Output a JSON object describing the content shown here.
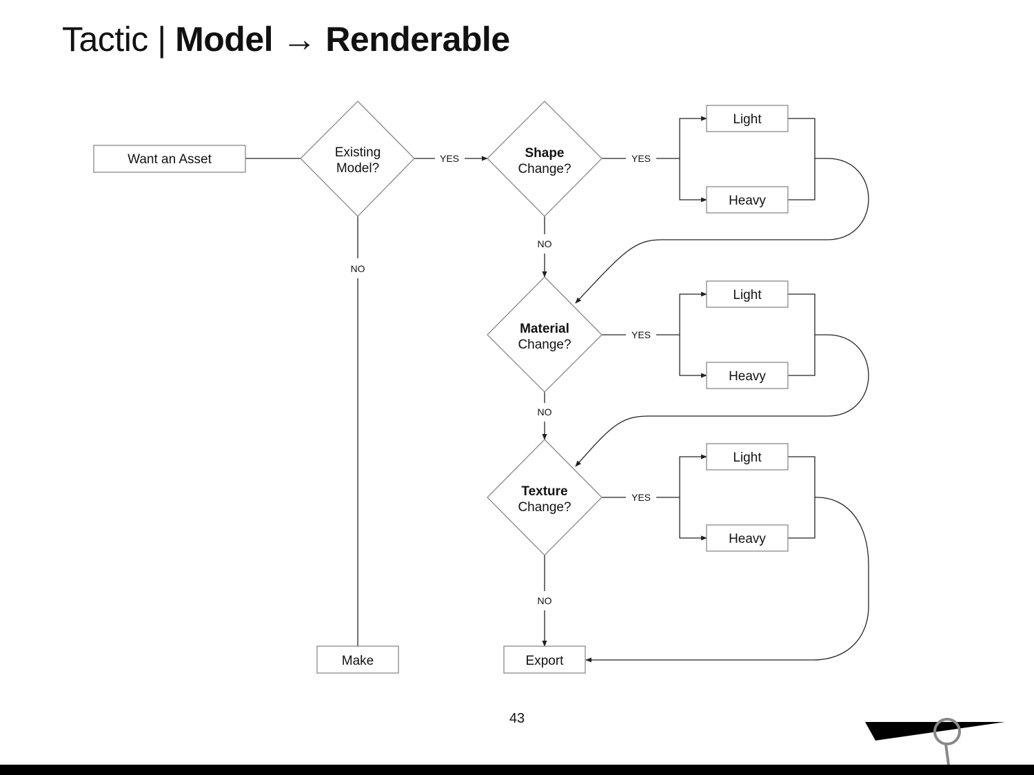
{
  "title": {
    "prefix": "Tactic | ",
    "bold": "Model → Renderable"
  },
  "nodes": {
    "want_asset": "Want an Asset",
    "existing_model": [
      "Existing",
      "Model?"
    ],
    "shape_change": {
      "bold": "Shape",
      "rest": "Change?"
    },
    "material_change": {
      "bold": "Material",
      "rest": "Change?"
    },
    "texture_change": {
      "bold": "Texture",
      "rest": "Change?"
    },
    "shape_light": "Light",
    "shape_heavy": "Heavy",
    "material_light": "Light",
    "material_heavy": "Heavy",
    "texture_light": "Light",
    "texture_heavy": "Heavy",
    "make": "Make",
    "export": "Export"
  },
  "edges": {
    "existing_yes": "YES",
    "existing_no": "NO",
    "shape_yes": "YES",
    "shape_no": "NO",
    "material_yes": "YES",
    "material_no": "NO",
    "texture_yes": "YES",
    "texture_no": "NO"
  },
  "page_number": "43",
  "colors": {
    "box_stroke": "#888888",
    "line": "#222222",
    "footer": "#000000"
  }
}
